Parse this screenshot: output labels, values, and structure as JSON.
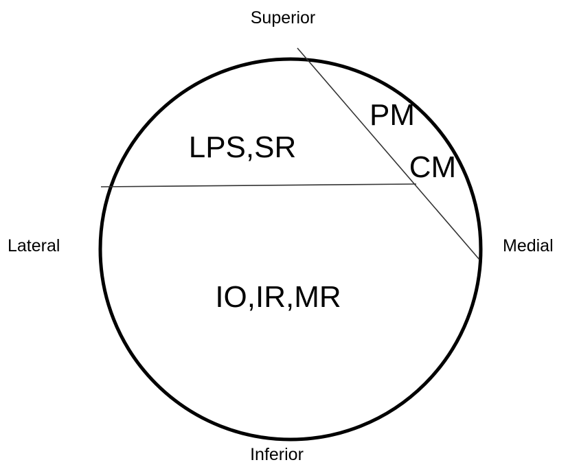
{
  "directions": {
    "superior": "Superior",
    "inferior": "Inferior",
    "lateral": "Lateral",
    "medial": "Medial"
  },
  "regions": {
    "upper_lateral": "LPS,SR",
    "lower": "IO,IR,MR",
    "medial_upper": "PM",
    "medial_lower": "CM"
  },
  "colors": {
    "stroke": "#000000",
    "divider": "#333333",
    "background": "#ffffff"
  }
}
